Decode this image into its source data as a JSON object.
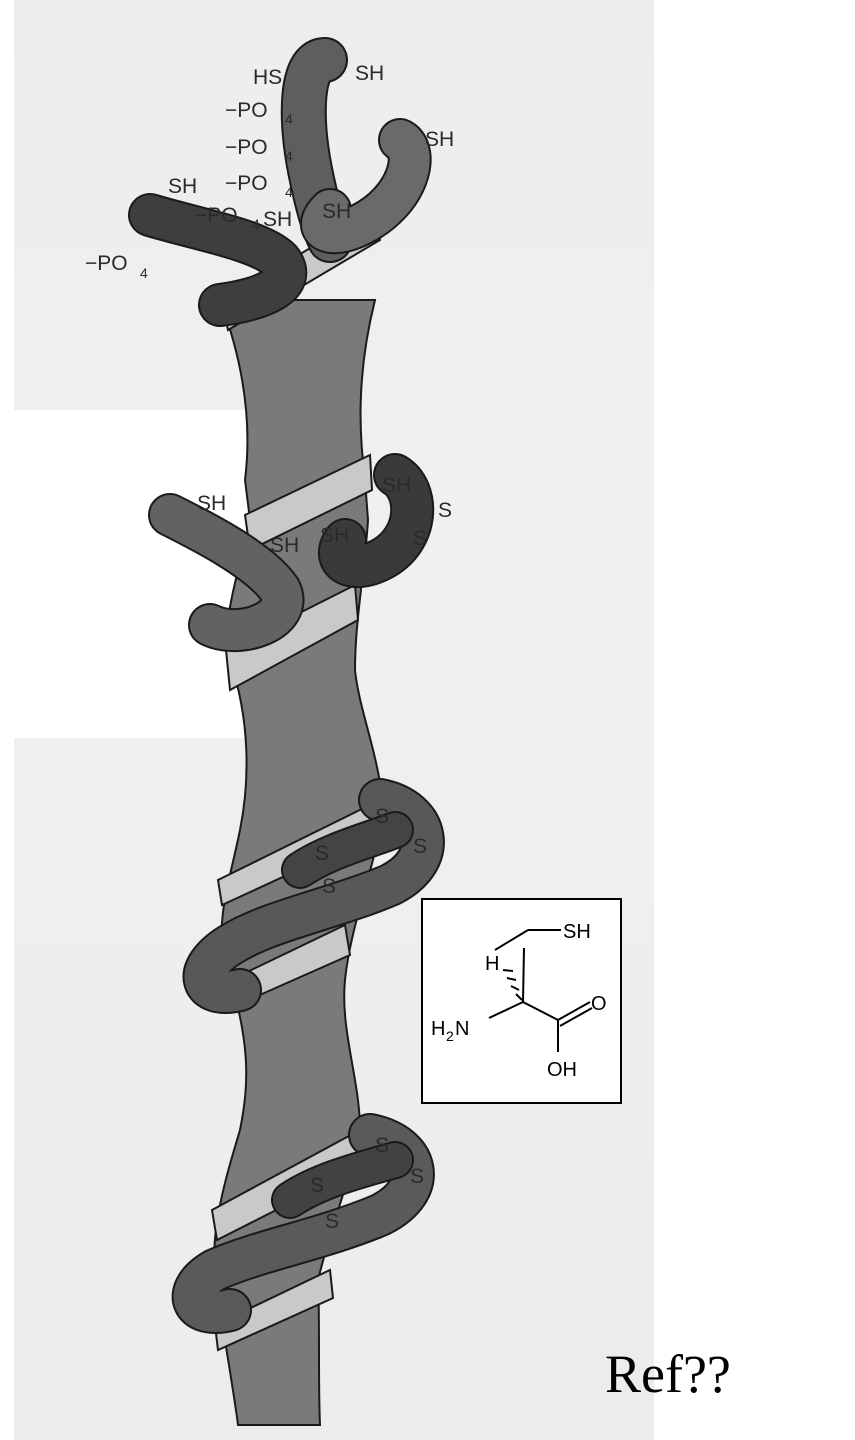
{
  "diagram": {
    "top_labels": {
      "hs": "HS",
      "sh_top": "SH",
      "po4_a": "−PO",
      "po4_b": "−PO",
      "po4_c": "−PO",
      "po4_d": "−PO",
      "po4_e": "−PO",
      "po4_sub": "4",
      "sh_right": "SH",
      "sh_left": "SH",
      "sh_inner_a": "SH",
      "sh_inner_b": "SH"
    },
    "mid_labels": {
      "sh_arm": "SH",
      "sh_knot_a": "SH",
      "sh_knot_b": "SH",
      "sh_right_coil": "SH",
      "s_a": "S",
      "s_b": "S"
    },
    "lower_labels": {
      "s_1": "S",
      "s_2": "S",
      "s_3": "S",
      "s_4": "S"
    },
    "bottom_labels": {
      "s_1": "S",
      "s_2": "S",
      "s_3": "S",
      "s_4": "S"
    },
    "colors": {
      "helix_dark": "#4a4a4a",
      "helix_mid": "#6e6e6e",
      "helix_light": "#a9a9a9",
      "ribbon_pale": "#c9c9c9",
      "outline": "#1a1a1a"
    }
  },
  "molecule": {
    "sh": "SH",
    "h": "H",
    "h2n": "H",
    "h2n_sub": "2",
    "h2n_n": "N",
    "o": "O",
    "oh": "OH"
  },
  "ref_note": "Ref??"
}
